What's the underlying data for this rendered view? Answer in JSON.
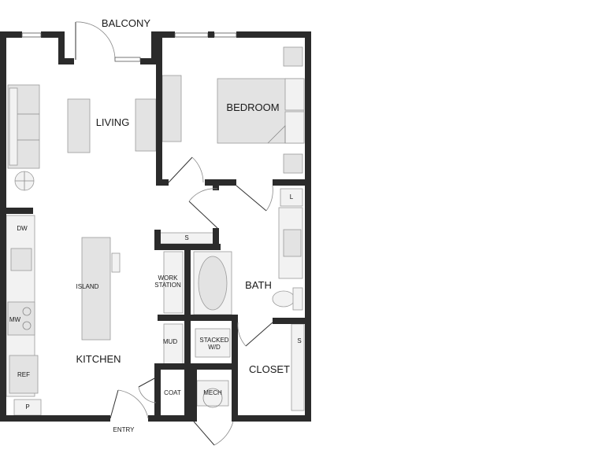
{
  "rooms": {
    "balcony": "BALCONY",
    "living": "LIVING",
    "bedroom": "BEDROOM",
    "kitchen": "KITCHEN",
    "bath": "BATH",
    "closet": "CLOSET",
    "entry": "ENTRY"
  },
  "fixtures": {
    "dw": "DW",
    "mw": "MW",
    "ref": "REF",
    "p": "P",
    "island": "ISLAND",
    "work_station_line1": "WORK",
    "work_station_line2": "STATION",
    "mud": "MUD",
    "coat": "COAT",
    "stacked_line1": "STACKED",
    "stacked_line2": "W/D",
    "mech": "MECH",
    "s_shelf": "S",
    "s_closet": "S",
    "l_linen": "L"
  }
}
